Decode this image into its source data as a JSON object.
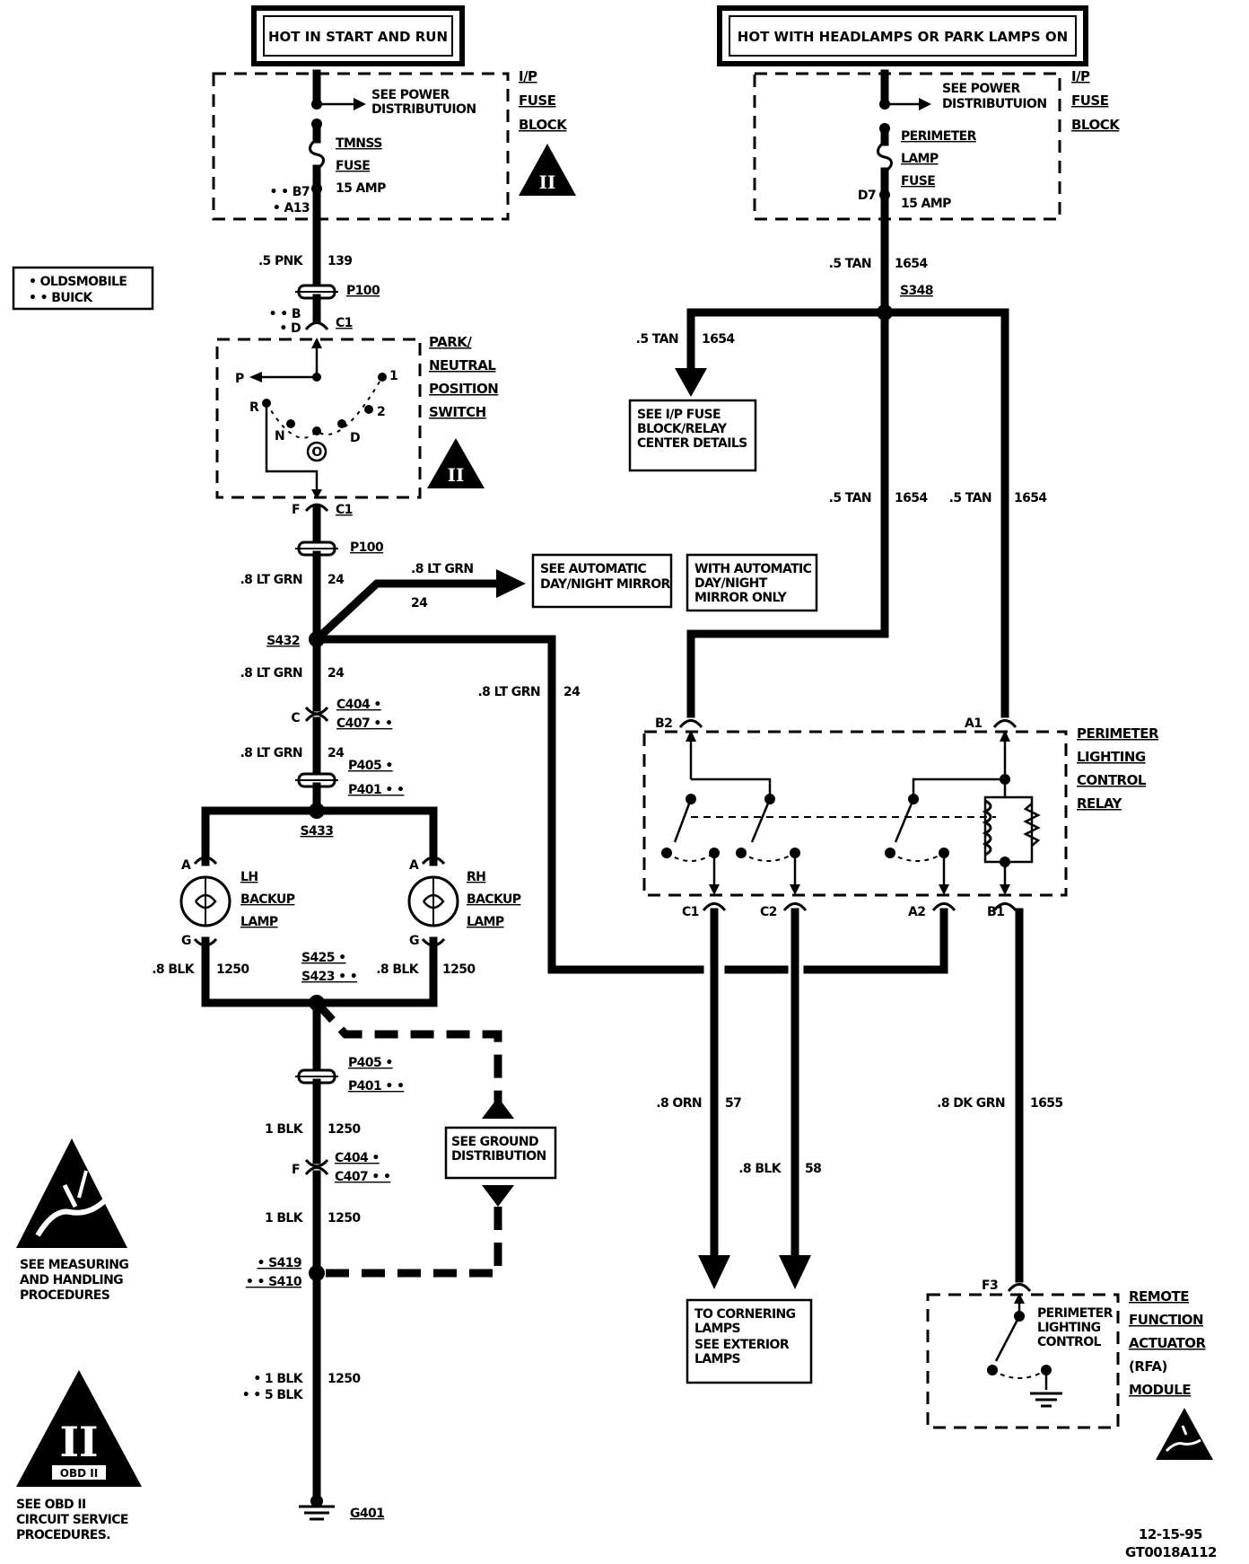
{
  "headers": {
    "left": "HOT IN START AND RUN",
    "right": "HOT WITH HEADLAMPS OR PARK LAMPS ON"
  },
  "fuse_block_left": {
    "label": [
      "I/P",
      "FUSE",
      "BLOCK"
    ],
    "see": [
      "SEE POWER",
      "DISTRIBUTUION"
    ],
    "fuse": [
      "TMNSS",
      "FUSE",
      "15 AMP"
    ],
    "pins": [
      "• • B7",
      "• A13"
    ]
  },
  "fuse_block_right": {
    "label": [
      "I/P",
      "FUSE",
      "BLOCK"
    ],
    "see": [
      "SEE POWER",
      "DISTRIBUTUION"
    ],
    "fuse": [
      "PERIMETER",
      "LAMP",
      "FUSE",
      "15 AMP"
    ],
    "pin": "D7"
  },
  "legend": {
    "oldsmobile": "• OLDSMOBILE",
    "buick": "• • BUICK"
  },
  "left_circuit": {
    "w139": [
      ".5 PNK",
      "139"
    ],
    "p100_top": "P100",
    "c1_pins": [
      "• • B",
      "• D"
    ],
    "c1_top": "C1",
    "switch_label": [
      "PARK/",
      "NEUTRAL",
      "POSITION",
      "SWITCH"
    ],
    "switch_positions": {
      "p": "P",
      "r": "R",
      "n": "N",
      "d": "D",
      "one": "1",
      "two": "2",
      "o": "O"
    },
    "c1_bottom_pin": "F",
    "c1_bottom": "C1",
    "p100_bottom": "P100",
    "w24a": [
      ".8 LT GRN",
      "24"
    ],
    "mirror_wire": [
      ".8 LT GRN",
      "24"
    ],
    "mirror_see": [
      "SEE AUTOMATIC",
      "DAY/NIGHT MIRROR"
    ],
    "mirror_only": [
      "WITH AUTOMATIC",
      "DAY/NIGHT",
      "MIRROR ONLY"
    ],
    "s432": "S432",
    "w24b": [
      ".8 LT GRN",
      "24"
    ],
    "w24_long": [
      ".8 LT GRN",
      "24"
    ],
    "c404_pin": "C",
    "c404": "C404 •",
    "c407": "C407 • •",
    "w24c": [
      ".8 LT GRN",
      "24"
    ],
    "p405": "P405 •",
    "p401": "P401 • •",
    "s433": "S433",
    "lh_lamp": [
      "LH",
      "BACKUP",
      "LAMP"
    ],
    "rh_lamp": [
      "RH",
      "BACKUP",
      "LAMP"
    ],
    "lamp_pins": {
      "a": "A",
      "g": "G"
    },
    "w1250_left": [
      ".8 BLK",
      "1250"
    ],
    "w1250_right": [
      ".8 BLK",
      "1250"
    ],
    "s425": "S425 •",
    "s423": "S423 • •",
    "p405b": "P405 •",
    "p401b": "P401 • •",
    "w1250a": [
      "1 BLK",
      "1250"
    ],
    "c404b_pin": "F",
    "c404b": "C404 •",
    "c407b": "C407 • •",
    "w1250b": [
      "1 BLK",
      "1250"
    ],
    "s419": "• S419",
    "s410": "• • S410",
    "ground_see": [
      "SEE GROUND",
      "DISTRIBUTION"
    ],
    "w1250c": [
      "• 1 BLK",
      "• • 5 BLK",
      "1250"
    ],
    "g401": "G401"
  },
  "right_circuit": {
    "w1654_top": [
      ".5 TAN",
      "1654"
    ],
    "s348": "S348",
    "w1654_branch": [
      ".5 TAN",
      "1654"
    ],
    "fuse_see": [
      "SEE I/P FUSE",
      "BLOCK/RELAY",
      "CENTER DETAILS"
    ],
    "w1654_b2": [
      ".5 TAN",
      "1654"
    ],
    "w1654_a1": [
      ".5 TAN",
      "1654"
    ],
    "relay_label": [
      "PERIMETER",
      "LIGHTING",
      "CONTROL",
      "RELAY"
    ],
    "relay_pins": {
      "b2": "B2",
      "a1": "A1",
      "c1": "C1",
      "c2": "C2",
      "a2": "A2",
      "b1": "B1"
    },
    "w57": [
      ".8 ORN",
      "57"
    ],
    "w58": [
      ".8 BLK",
      "58"
    ],
    "w1655": [
      ".8 DK GRN",
      "1655"
    ],
    "cornering": [
      "TO CORNERING",
      "LAMPS",
      "SEE EXTERIOR",
      "LAMPS"
    ],
    "rfa_pin": "F3",
    "rfa_inner": [
      "PERIMETER",
      "LIGHTING",
      "CONTROL"
    ],
    "rfa_label": [
      "REMOTE",
      "FUNCTION",
      "ACTUATOR",
      "(RFA)",
      "MODULE"
    ]
  },
  "esd_note": [
    "SEE MEASURING",
    "AND HANDLING",
    "PROCEDURES"
  ],
  "obd_icon": {
    "numeral": "II",
    "caption": "OBD II"
  },
  "obd_note": [
    "SEE OBD II",
    "CIRCUIT SERVICE",
    "PROCEDURES."
  ],
  "obd_badge": "II",
  "footer": {
    "date": "12-15-95",
    "code": "GT0018A112"
  }
}
